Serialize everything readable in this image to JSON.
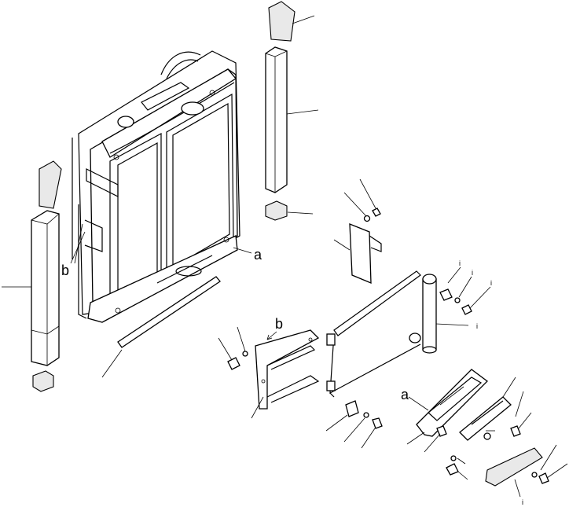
{
  "labels": {
    "a": "a",
    "b": "b",
    "i": "i"
  },
  "colors": {
    "line": "#000000",
    "background": "#ffffff",
    "shade": "#e9e9e9"
  }
}
